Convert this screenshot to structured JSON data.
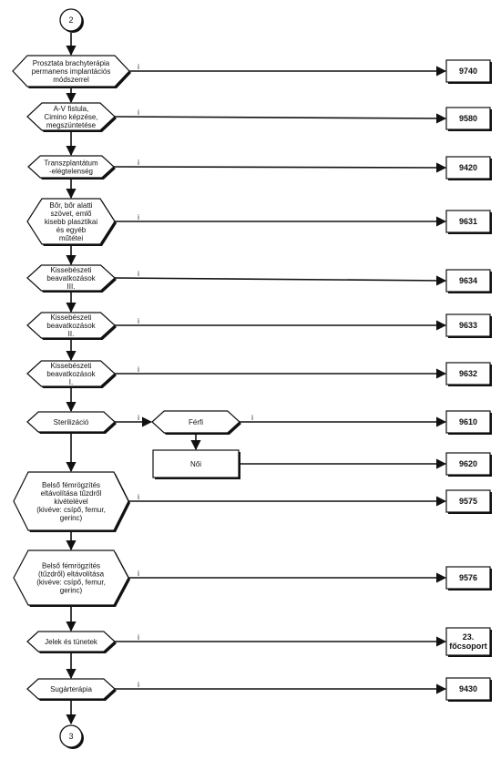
{
  "connectors": {
    "top": "2",
    "bottom": "3"
  },
  "edge_label": "i",
  "nodes": [
    {
      "id": "n1",
      "lines": [
        "Prosztata brachyterápia",
        "permanens implantációs",
        "módszerrel"
      ],
      "target": "9740"
    },
    {
      "id": "n2",
      "lines": [
        "A-V fistula,",
        "Cimino képzése,",
        "megszüntetése"
      ],
      "target": "9580"
    },
    {
      "id": "n3",
      "lines": [
        "Transzplantátum",
        "-elégtelenség"
      ],
      "target": "9420"
    },
    {
      "id": "n4",
      "lines": [
        "Bőr, bőr alatti",
        "szövet, emlő",
        "kisebb plasztikai",
        "és egyéb",
        "műtétei"
      ],
      "target": "9631"
    },
    {
      "id": "n5",
      "lines": [
        "Kissebészeti",
        "beavatkozások",
        "III."
      ],
      "target": "9634"
    },
    {
      "id": "n6",
      "lines": [
        "Kissebészeti",
        "beavatkozások",
        "II."
      ],
      "target": "9633"
    },
    {
      "id": "n7",
      "lines": [
        "Kissebészeti",
        "beavatkozások",
        "I."
      ],
      "target": "9632"
    },
    {
      "id": "n8",
      "lines": [
        "Sterilizáció"
      ],
      "target": ""
    },
    {
      "id": "n9",
      "lines": [
        "Belső fémrögzítés",
        "eltávolítása tűzdről",
        "kivételével",
        "(kivéve: csípő, femur,",
        "gerinc)"
      ],
      "target": "9575"
    },
    {
      "id": "n10",
      "lines": [
        "Belső fémrögzítés",
        "(tűzdről) eltávolítása",
        "(kivéve: csípő, femur,",
        "gerinc)"
      ],
      "target": "9576"
    },
    {
      "id": "n11",
      "lines": [
        "Jelek és tünetek"
      ],
      "target": "23_focsoport"
    },
    {
      "id": "n12",
      "lines": [
        "Sugárterápia"
      ],
      "target": "9430"
    }
  ],
  "sterilization_branch": {
    "male": {
      "label": "Férfi",
      "target": "9610"
    },
    "female": {
      "label": "Női",
      "target": "9620"
    }
  },
  "targets": {
    "9740": "9740",
    "9580": "9580",
    "9420": "9420",
    "9631": "9631",
    "9634": "9634",
    "9633": "9633",
    "9632": "9632",
    "9610": "9610",
    "9620": "9620",
    "9575": "9575",
    "9576": "9576",
    "23_focsoport": [
      "23.",
      "főcsoport"
    ],
    "9430": "9430"
  }
}
